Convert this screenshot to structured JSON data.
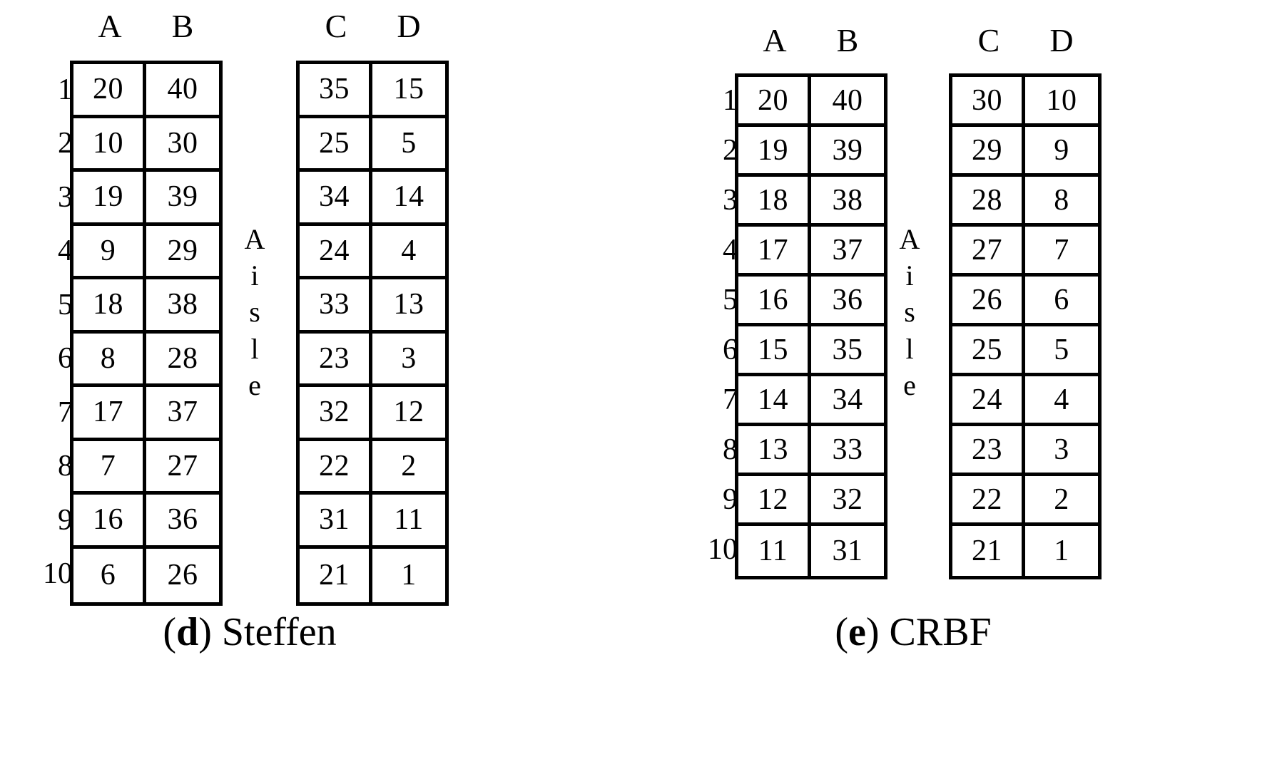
{
  "figure": {
    "panels": [
      {
        "id": "d",
        "caption_paren_open": "(",
        "caption_tag": "d",
        "caption_paren_close": ") ",
        "caption_name": "Steffen",
        "aisle_label": "Aisle",
        "aisle_letters": [
          "A",
          "i",
          "s",
          "l",
          "e"
        ],
        "row_labels": [
          "1",
          "2",
          "3",
          "4",
          "5",
          "6",
          "7",
          "8",
          "9",
          "10"
        ],
        "left_block": {
          "headers": [
            "A",
            "B"
          ],
          "rows": [
            [
              "20",
              "40"
            ],
            [
              "10",
              "30"
            ],
            [
              "19",
              "39"
            ],
            [
              "9",
              "29"
            ],
            [
              "18",
              "38"
            ],
            [
              "8",
              "28"
            ],
            [
              "17",
              "37"
            ],
            [
              "7",
              "27"
            ],
            [
              "16",
              "36"
            ],
            [
              "6",
              "26"
            ]
          ]
        },
        "right_block": {
          "headers": [
            "C",
            "D"
          ],
          "rows": [
            [
              "35",
              "15"
            ],
            [
              "25",
              "5"
            ],
            [
              "34",
              "14"
            ],
            [
              "24",
              "4"
            ],
            [
              "33",
              "13"
            ],
            [
              "23",
              "3"
            ],
            [
              "32",
              "12"
            ],
            [
              "22",
              "2"
            ],
            [
              "31",
              "11"
            ],
            [
              "21",
              "1"
            ]
          ]
        }
      },
      {
        "id": "e",
        "caption_paren_open": "(",
        "caption_tag": "e",
        "caption_paren_close": ") ",
        "caption_name": "CRBF",
        "aisle_label": "Aisle",
        "aisle_letters": [
          "A",
          "i",
          "s",
          "l",
          "e"
        ],
        "row_labels": [
          "1",
          "2",
          "3",
          "4",
          "5",
          "6",
          "7",
          "8",
          "9",
          "10"
        ],
        "left_block": {
          "headers": [
            "A",
            "B"
          ],
          "rows": [
            [
              "20",
              "40"
            ],
            [
              "19",
              "39"
            ],
            [
              "18",
              "38"
            ],
            [
              "17",
              "37"
            ],
            [
              "16",
              "36"
            ],
            [
              "15",
              "35"
            ],
            [
              "14",
              "34"
            ],
            [
              "13",
              "33"
            ],
            [
              "12",
              "32"
            ],
            [
              "11",
              "31"
            ]
          ]
        },
        "right_block": {
          "headers": [
            "C",
            "D"
          ],
          "rows": [
            [
              "30",
              "10"
            ],
            [
              "29",
              "9"
            ],
            [
              "28",
              "8"
            ],
            [
              "27",
              "7"
            ],
            [
              "26",
              "6"
            ],
            [
              "25",
              "5"
            ],
            [
              "24",
              "4"
            ],
            [
              "23",
              "3"
            ],
            [
              "22",
              "2"
            ],
            [
              "21",
              "1"
            ]
          ]
        }
      }
    ],
    "colors": {
      "ink": "#000000",
      "paper": "#ffffff"
    }
  }
}
